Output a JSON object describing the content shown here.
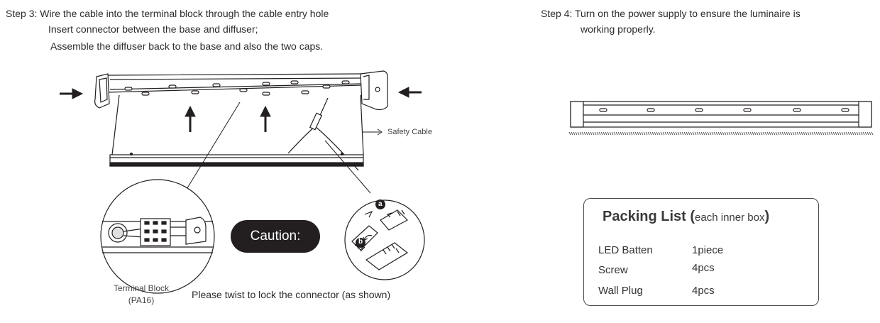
{
  "step3": {
    "line1": "Step 3: Wire the cable into the terminal block through the cable entry hole",
    "line2": "Insert connector between the base and diffuser;",
    "line3": "Assemble the diffuser back to the base and also the two caps."
  },
  "step4": {
    "line1": "Step 4: Turn on the power supply to ensure the luminaire is",
    "line2": "working properly."
  },
  "labels": {
    "safety_cable": "Safety Cable",
    "caution": "Caution:",
    "terminal_block": "Terminal Block",
    "terminal_model": "(PA16)",
    "twist_note": "Please twist to lock the connector (as shown)",
    "marker_a": "a",
    "marker_b": "b"
  },
  "packing_list": {
    "title": "Packing List",
    "open_paren": "(",
    "subtitle": "each inner box",
    "close_paren": ")",
    "items": [
      {
        "name": "LED Batten",
        "qty": "1piece"
      },
      {
        "name": "Screw",
        "qty": "4pcs"
      },
      {
        "name": "Wall Plug",
        "qty": "4pcs"
      }
    ]
  },
  "colors": {
    "text": "#2b2b2b",
    "caution_bg": "#231f20",
    "line": "#231f20"
  }
}
